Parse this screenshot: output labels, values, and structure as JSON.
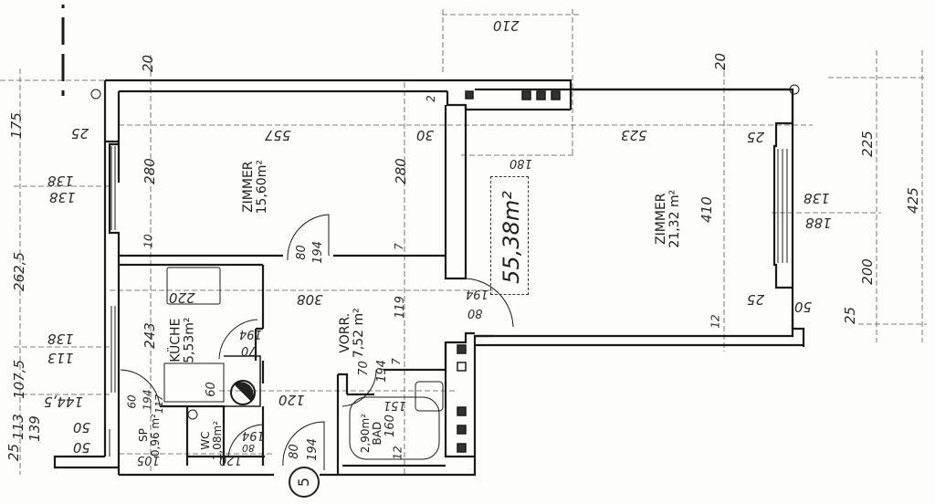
{
  "plan": {
    "total_area": "55,38m²",
    "entry_marker": "5",
    "rooms": [
      {
        "name": "ZIMMER",
        "area": "15,60m²"
      },
      {
        "name": "ZIMMER",
        "area": "21,32 m²"
      },
      {
        "name": "KÜCHE",
        "area": "5,53m²"
      },
      {
        "name": "VORR.",
        "area": "7,52 m²"
      },
      {
        "name": "SP",
        "area": "0,96 m²"
      },
      {
        "name": "WC",
        "area": "1,08m²"
      },
      {
        "name": "BAD",
        "area": "2,90m²"
      }
    ],
    "dimensions": {
      "top_210": "210",
      "top_20_left": "20",
      "top_20_right": "20",
      "left_175": "175",
      "left_2625": "262,5",
      "left_1075": "107,5",
      "left_113": "113",
      "left_25": "25",
      "left_139": "139",
      "win_left_top_a": "138",
      "win_left_top_b": "138",
      "win_left_mid_a": "138",
      "win_left_mid_b": "113",
      "win_left_low": "144,5",
      "frac_50_top": "50",
      "frac_50_bot": "50",
      "zimmer1_width": "557",
      "zimmer1_height": "280",
      "zimmer1_right_h": "280",
      "zimmer1_wall": "25",
      "dim_30": "30",
      "dim_2": "2",
      "dim_10": "10",
      "dim_7a": "7",
      "door_z1_w": "80",
      "door_z1_h": "194",
      "zimmer2_width": "523",
      "zimmer2_height": "410",
      "zimmer2_wall_r": "25",
      "zimmer2_wall_r2": "25",
      "dim_180": "180",
      "dim_12": "12",
      "dim_50_right": "50",
      "right_225": "225",
      "right_425": "425",
      "right_200": "200",
      "right_25": "25",
      "win_right_a": "138",
      "win_right_b": "188",
      "kueche_w": "220",
      "kueche_h": "243",
      "door_k_w": "70",
      "door_k_h": "194",
      "dim_60": "60",
      "vorr_w": "308",
      "vorr_h": "119",
      "door_z2_w": "80",
      "door_z2_h": "194",
      "dim_120": "120",
      "door_bad_w": "70",
      "door_bad_h": "194",
      "bad_h": "151",
      "tub": "160",
      "dim_12b": "12",
      "dim_7b": "7",
      "door_sp_w": "60",
      "door_sp_h": "194",
      "dim_117": "117",
      "sp_w": "105",
      "wc_w": "120",
      "door_wc_w": "80",
      "door_wc_h": "194",
      "door_entry_w": "80",
      "door_entry_h": "194"
    }
  }
}
